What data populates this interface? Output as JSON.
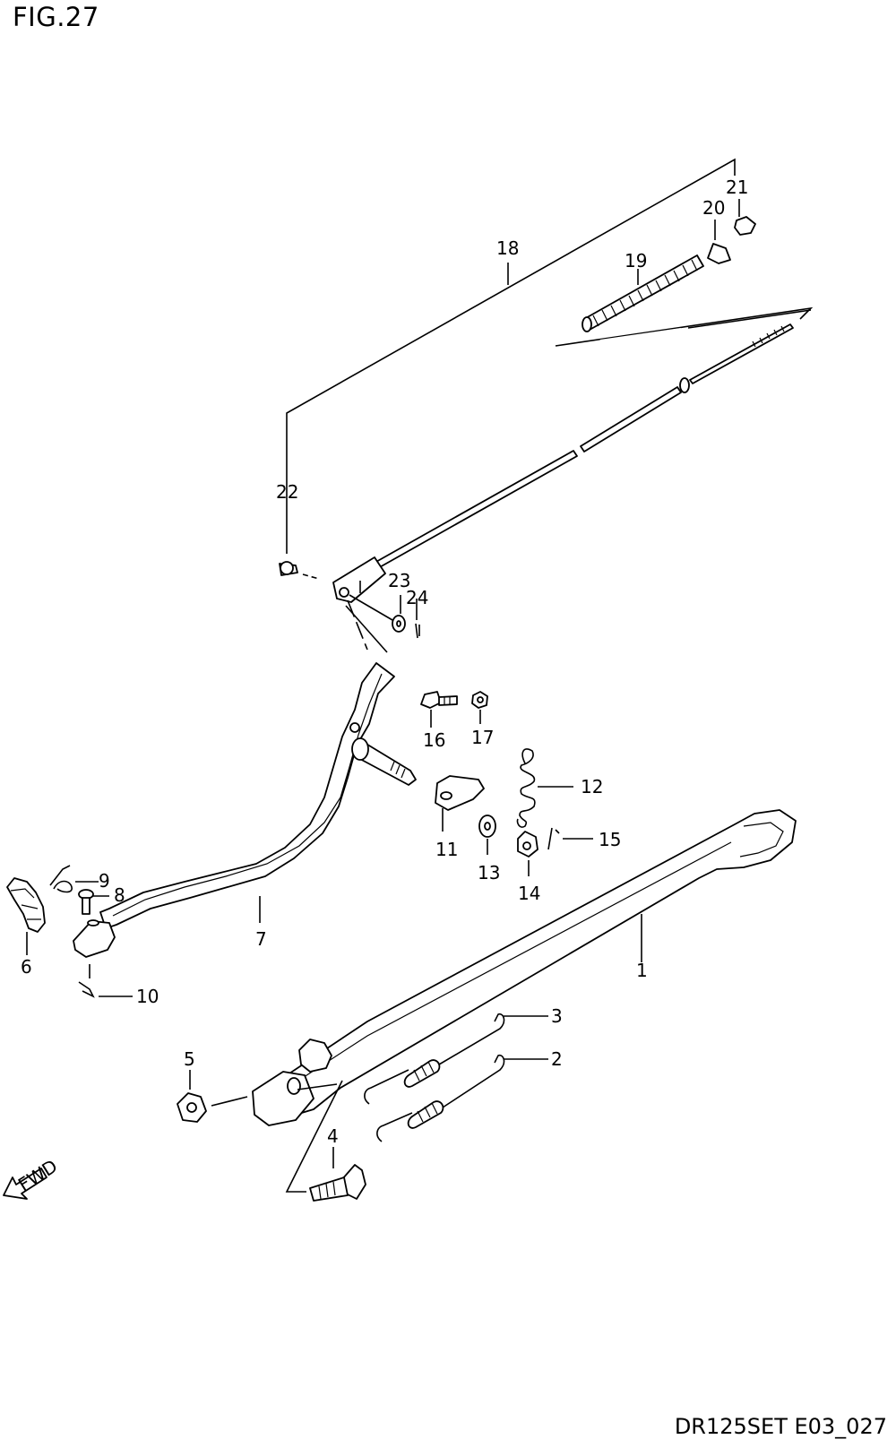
{
  "figure": {
    "title": "FIG.27",
    "code": "DR125SET E03_027",
    "fwd_label": "FWD"
  },
  "callouts": [
    "1",
    "2",
    "3",
    "4",
    "5",
    "6",
    "7",
    "8",
    "9",
    "10",
    "11",
    "12",
    "13",
    "14",
    "15",
    "16",
    "17",
    "18",
    "19",
    "20",
    "21",
    "22",
    "23",
    "24"
  ]
}
